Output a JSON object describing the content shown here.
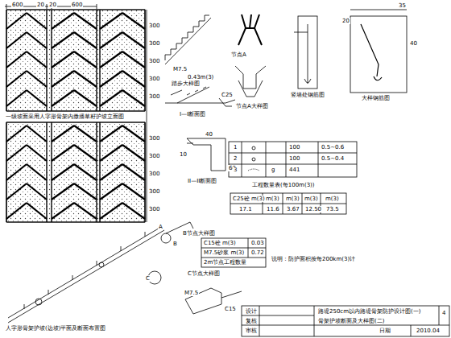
{
  "diagram": {
    "labels": [
      "600",
      "20",
      "20",
      "600",
      "300",
      "300",
      "300",
      "300",
      "300",
      "300",
      "300",
      "300",
      "300",
      "300",
      "M7.5",
      "0.43m(3)",
      "踏步大样图",
      "节点A",
      "节点A大样图",
      "竖墙处钢筋图",
      "大样钢筋图",
      "35",
      "20",
      "40",
      "I—I断面图",
      "C25",
      "40",
      "10",
      "60",
      "II—II断面图",
      "1",
      "100",
      "0.5~0.6",
      "2",
      "100",
      "0.5~0.4",
      "3",
      "g",
      "441",
      "工程数量表(每100m(3))",
      "C25砼 m(3)",
      "m(3)",
      "m(3)",
      "m(3)",
      "m(3)",
      "17.1",
      "11.6",
      "3.67",
      "12.50",
      "73.5",
      "B节点大样图",
      "C15砼 m(3)",
      "0.03",
      "M7.5砂浆 m(3)",
      "0.72",
      "2m节点工程数量",
      "说明：防护面积按每200km(3)计",
      "C节点大样图",
      "M7.5",
      "C15",
      "A",
      "B",
      "C",
      "一级坡面采用人字形骨架内撒播草籽护坡立面图",
      "人字形骨架护坡(边坡)平面及断面布置图",
      "设计",
      "复核",
      "审核",
      "路堤250cm以内路堤骨架防护设计图(一)",
      "骨架护坡断面及大样图(二)",
      "日期",
      "2010.04",
      "4"
    ]
  }
}
